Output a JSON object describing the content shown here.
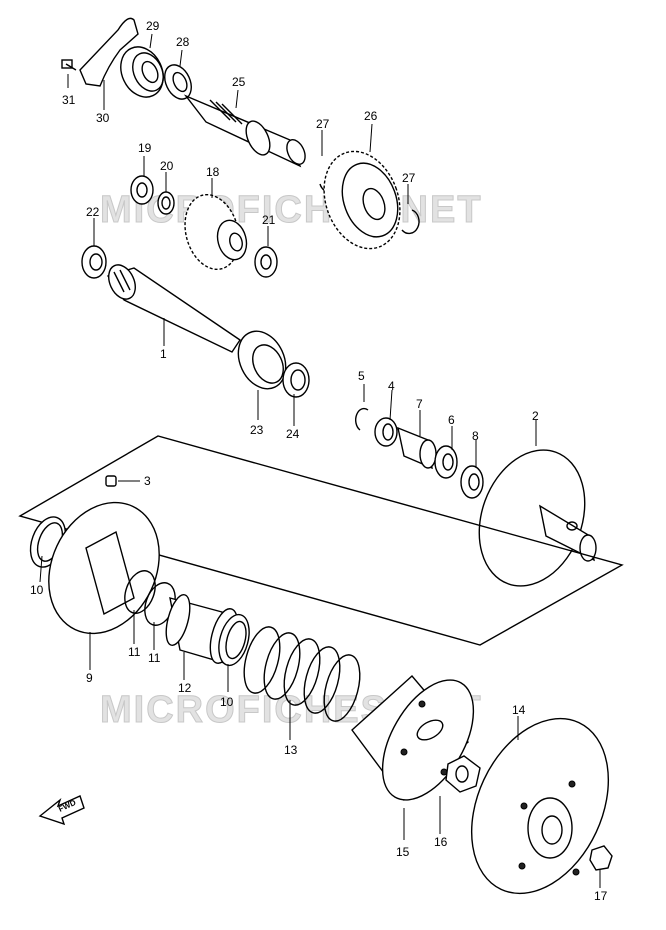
{
  "watermark": "MICROFICHES.NET",
  "fwd_label": "FWD",
  "parts": [
    {
      "id": "p31",
      "num": "31"
    },
    {
      "id": "p30",
      "num": "30"
    },
    {
      "id": "p29",
      "num": "29"
    },
    {
      "id": "p28",
      "num": "28"
    },
    {
      "id": "p25",
      "num": "25"
    },
    {
      "id": "p27a",
      "num": "27"
    },
    {
      "id": "p26",
      "num": "26"
    },
    {
      "id": "p27b",
      "num": "27"
    },
    {
      "id": "p19",
      "num": "19"
    },
    {
      "id": "p20",
      "num": "20"
    },
    {
      "id": "p18",
      "num": "18"
    },
    {
      "id": "p21",
      "num": "21"
    },
    {
      "id": "p22",
      "num": "22"
    },
    {
      "id": "p1",
      "num": "1"
    },
    {
      "id": "p23",
      "num": "23"
    },
    {
      "id": "p24",
      "num": "24"
    },
    {
      "id": "p5",
      "num": "5"
    },
    {
      "id": "p4",
      "num": "4"
    },
    {
      "id": "p7",
      "num": "7"
    },
    {
      "id": "p6",
      "num": "6"
    },
    {
      "id": "p8",
      "num": "8"
    },
    {
      "id": "p2",
      "num": "2"
    },
    {
      "id": "p3",
      "num": "3"
    },
    {
      "id": "p10a",
      "num": "10"
    },
    {
      "id": "p11a",
      "num": "11"
    },
    {
      "id": "p11b",
      "num": "11"
    },
    {
      "id": "p9",
      "num": "9"
    },
    {
      "id": "p12",
      "num": "12"
    },
    {
      "id": "p10b",
      "num": "10"
    },
    {
      "id": "p13",
      "num": "13"
    },
    {
      "id": "p14",
      "num": "14"
    },
    {
      "id": "p15",
      "num": "15"
    },
    {
      "id": "p16",
      "num": "16"
    },
    {
      "id": "p17",
      "num": "17"
    }
  ]
}
